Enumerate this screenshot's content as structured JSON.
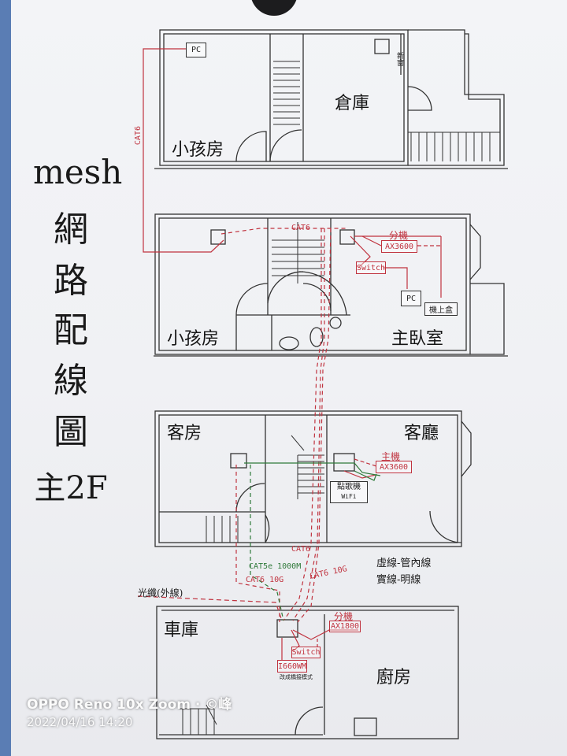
{
  "title": {
    "line1": "mesh",
    "chars": [
      "網",
      "路",
      "配",
      "線",
      "圖"
    ],
    "floor": "主2F"
  },
  "floors": {
    "top": {
      "rooms": [
        "小孩房",
        "倉庫"
      ],
      "devices": [
        "PC"
      ],
      "small_label": "新窗"
    },
    "upper": {
      "rooms": [
        "小孩房",
        "主臥室"
      ],
      "devices": [
        "PC",
        "機上盒",
        "Switch"
      ],
      "router_tag": "分機",
      "router_model": "AX3600"
    },
    "middle": {
      "rooms": [
        "客房",
        "客廳"
      ],
      "devices": [
        "點歌機",
        "WiFi"
      ],
      "router_tag": "主機",
      "router_model": "AX3600"
    },
    "ground": {
      "rooms": [
        "車庫",
        "廚房"
      ],
      "router_tag": "分機",
      "router_model": "AX1800",
      "switch": "Switch",
      "modem": "I660WM",
      "modem_note": "改成橋接模式",
      "fiber": "光纖(外線)"
    }
  },
  "cables": {
    "cat6": "CAT6",
    "cat6_vertical": "CAT6",
    "cat5e": "CAT5e 1000M",
    "cat6_10g_left": "CAT6 10G",
    "cat6_10g_right": "CAT6 10G"
  },
  "legend": {
    "dashed": "虛線-管內線",
    "solid": "實線-明線"
  },
  "watermark": {
    "device": "OPPO Reno 10x Zoom · ©峰",
    "datetime": "2022/04/16 14:20"
  },
  "colors": {
    "wire_red": "#c0333f",
    "wire_green": "#2f7a3a",
    "walls": "#333333",
    "background": "#5a7db4"
  }
}
